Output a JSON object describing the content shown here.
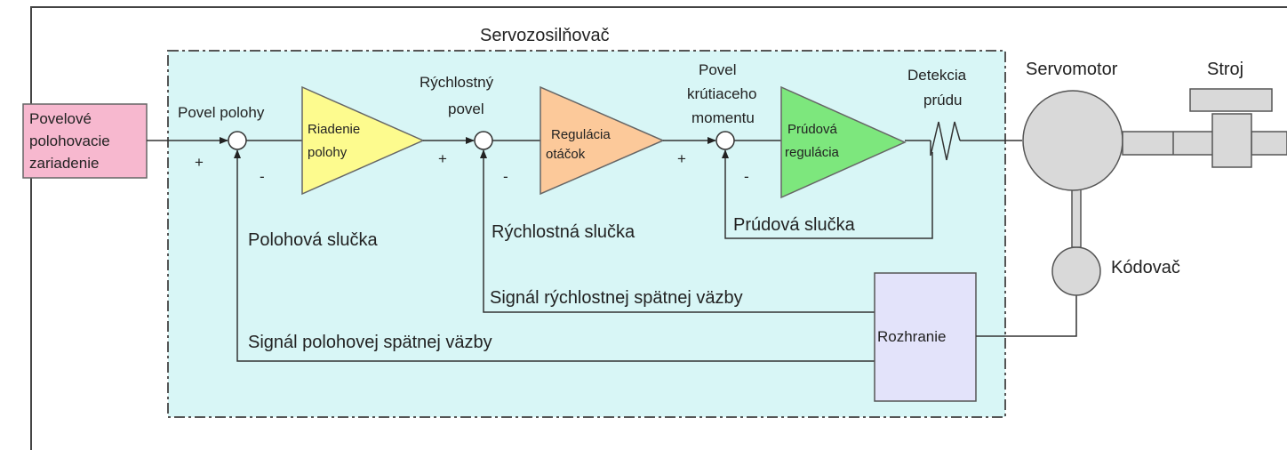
{
  "colors": {
    "amplifier_fill": "#d8f6f6",
    "source_fill": "#f7b8cf",
    "position_block": "#fdfb8e",
    "speed_block": "#fcc99a",
    "current_block": "#7de77d",
    "interface_fill": "#e3e3fa",
    "motor_fill": "#d9d9d9",
    "line": "#333333"
  },
  "amplifier": {
    "title": "Servozosilňovač"
  },
  "source": {
    "line1": "Povelové",
    "line2": "polohovacie",
    "line3": "zariadenie"
  },
  "position_stage": {
    "command_label": "Povel polohy",
    "block_line1": "Riadenie",
    "block_line2": "polohy",
    "plus": "+",
    "minus": "-",
    "loop_label": "Polohová slučka"
  },
  "speed_stage": {
    "command_line1": "Rýchlostný",
    "command_line2": "povel",
    "block_line1": "Regulácia",
    "block_line2": "otáčok",
    "plus": "+",
    "minus": "-",
    "loop_label": "Rýchlostná slučka"
  },
  "current_stage": {
    "command_line1": "Povel",
    "command_line2": "krútiaceho",
    "command_line3": "momentu",
    "block_line1": "Prúdová",
    "block_line2": "regulácia",
    "plus": "+",
    "minus": "-",
    "loop_label": "Prúdová slučka"
  },
  "current_detection": {
    "line1": "Detekcia",
    "line2": "prúdu"
  },
  "feedback": {
    "speed_signal": "Signál rýchlostnej spätnej väzby",
    "position_signal": "Signál polohovej spätnej väzby"
  },
  "interface": {
    "label": "Rozhranie"
  },
  "motor": {
    "label": "Servomotor"
  },
  "machine": {
    "label": "Stroj"
  },
  "encoder": {
    "label": "Kódovač"
  }
}
